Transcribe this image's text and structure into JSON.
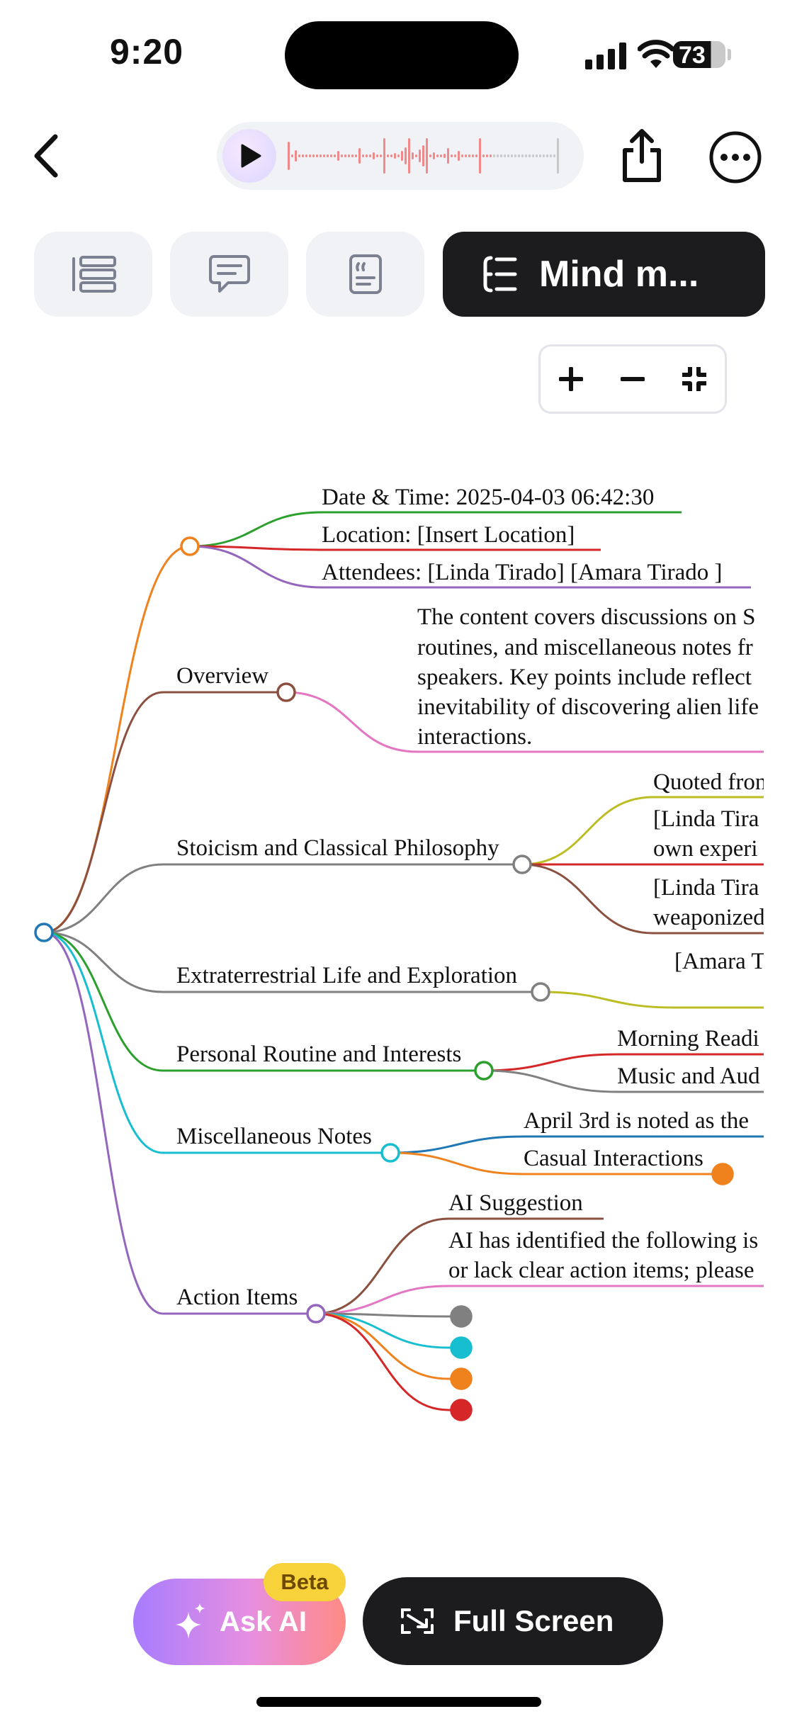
{
  "status_bar": {
    "time": "9:20",
    "battery": "73"
  },
  "player": {
    "play_icon": "play-icon",
    "waveform_colors": {
      "played": "#f08a8a",
      "unplayed": "#c8c8c8"
    }
  },
  "tabs": [
    {
      "icon": "list-icon"
    },
    {
      "icon": "chat-bubble-icon"
    },
    {
      "icon": "quote-doc-icon"
    },
    {
      "icon": "mind-map-icon",
      "label": "Mind m...",
      "active": true
    }
  ],
  "zoom": {
    "zoom_in": "plus-icon",
    "zoom_out": "minus-icon",
    "fit": "collapse-icon"
  },
  "mind_map": {
    "info": [
      "Date & Time: 2025-04-03 06:42:30",
      "Location: [Insert Location]",
      "Attendees: [Linda Tirado] [Amara Tirado ]"
    ],
    "overview": {
      "label": "Overview",
      "lines": [
        "The content covers discussions on S",
        "routines, and miscellaneous notes fr",
        "speakers. Key points include reflect",
        "inevitability of discovering alien life",
        "interactions."
      ]
    },
    "stoicism": {
      "label": "Stoicism and Classical Philosophy",
      "children": [
        "Quoted fron",
        "[Linda Tira",
        "own experi",
        "[Linda Tira",
        "weaponized"
      ]
    },
    "extraterrestrial": {
      "label": "Extraterrestrial Life and Exploration",
      "children": [
        "[Amara T"
      ]
    },
    "routine": {
      "label": "Personal Routine and Interests",
      "children": [
        "Morning Readi",
        "Music and Aud"
      ]
    },
    "misc": {
      "label": "Miscellaneous Notes",
      "children": [
        "April 3rd is noted as the",
        "Casual Interactions"
      ]
    },
    "actions": {
      "label": "Action Items",
      "children": [
        "AI Suggestion",
        "AI has identified the following is",
        "or lack clear action items; please"
      ]
    },
    "colors": {
      "orange": "#f0821e",
      "brown": "#8b5040",
      "gray": "#808080",
      "green": "#2ca02c",
      "cyan": "#17becf",
      "purple": "#9467bd",
      "red": "#d62728",
      "pink": "#e377c2",
      "olive": "#bcbd22",
      "blue": "#1f77b4"
    }
  },
  "bottom": {
    "ask_ai": "Ask AI",
    "beta": "Beta",
    "full_screen": "Full Screen"
  }
}
